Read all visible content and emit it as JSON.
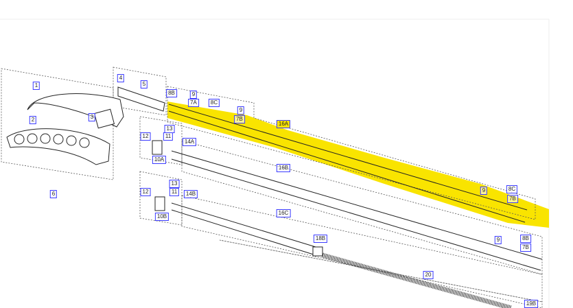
{
  "colors": {
    "highlight": "#f9e400",
    "label_border": "#3a3aff",
    "line": "#222222"
  },
  "highlighted_part": "16A",
  "labels": [
    "1",
    "2",
    "3",
    "4",
    "5",
    "6",
    "8B",
    "9",
    "7A",
    "8C",
    "9",
    "7B",
    "16A",
    "12",
    "13",
    "11",
    "14A",
    "10A",
    "16B",
    "12",
    "13",
    "11",
    "14B",
    "10B",
    "16C",
    "18B",
    "20",
    "9",
    "8C",
    "7B",
    "9",
    "8B",
    "7B",
    "19B"
  ]
}
